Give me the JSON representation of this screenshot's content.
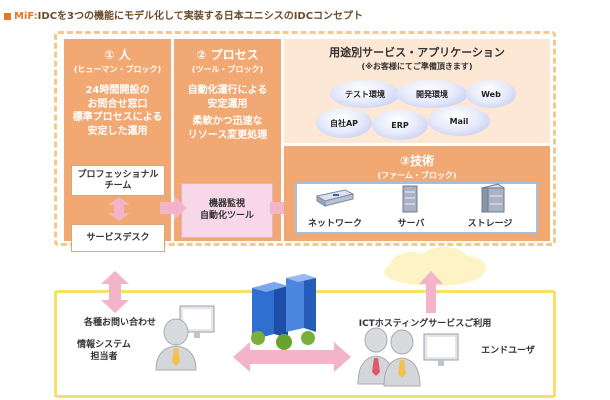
{
  "title": {
    "prefix": "MiF:",
    "text": "IDCを3つの機能にモデル化して実装する日本ユニシスのIDCコンセプト"
  },
  "people": {
    "heading": "① 人",
    "subheading": "(ヒューマン・ブロック)",
    "desc1_line1": "24時間開設の",
    "desc1_line2": "お問合せ窓口",
    "desc2_line1": "標準プロセスによる",
    "desc2_line2": "安定した運用",
    "pro_team_line1": "プロフェッショナル",
    "pro_team_line2": "チーム",
    "service_desk": "サービスデスク"
  },
  "process": {
    "heading": "② プロセス",
    "subheading": "(ツール・ブロック)",
    "desc1_line1": "自動化運行による",
    "desc1_line2": "安定運用",
    "desc2_line1": "柔軟かつ迅速な",
    "desc2_line2": "リソース変更処理",
    "monitor_line1": "機器監視",
    "monitor_line2": "自動化ツール"
  },
  "apps": {
    "heading": "用途別サービス・アプリケーション",
    "note": "(※お客様にてご準備頂きます)",
    "ovals": [
      "テスト環境",
      "開発環境",
      "Web",
      "自社AP",
      "ERP",
      "Mail"
    ]
  },
  "tech": {
    "heading": "③技術",
    "subheading": "(ファーム・ブロック)",
    "items": [
      "ネットワーク",
      "サーバ",
      "ストレージ"
    ]
  },
  "bottom": {
    "inquiry": "各種お問い合わせ",
    "it_staff_line1": "情報システム",
    "it_staff_line2": "担当者",
    "ict_usage": "ICTホスティングサービスご利用",
    "end_user": "エンドユーザ"
  },
  "colors": {
    "orange_panel": "#f1a872",
    "peach_panel": "#fde7d5",
    "pink_arrow": "#f3b3c9",
    "blue_oval": "#b9c2ee",
    "yellow_frame": "#f6e06a"
  }
}
